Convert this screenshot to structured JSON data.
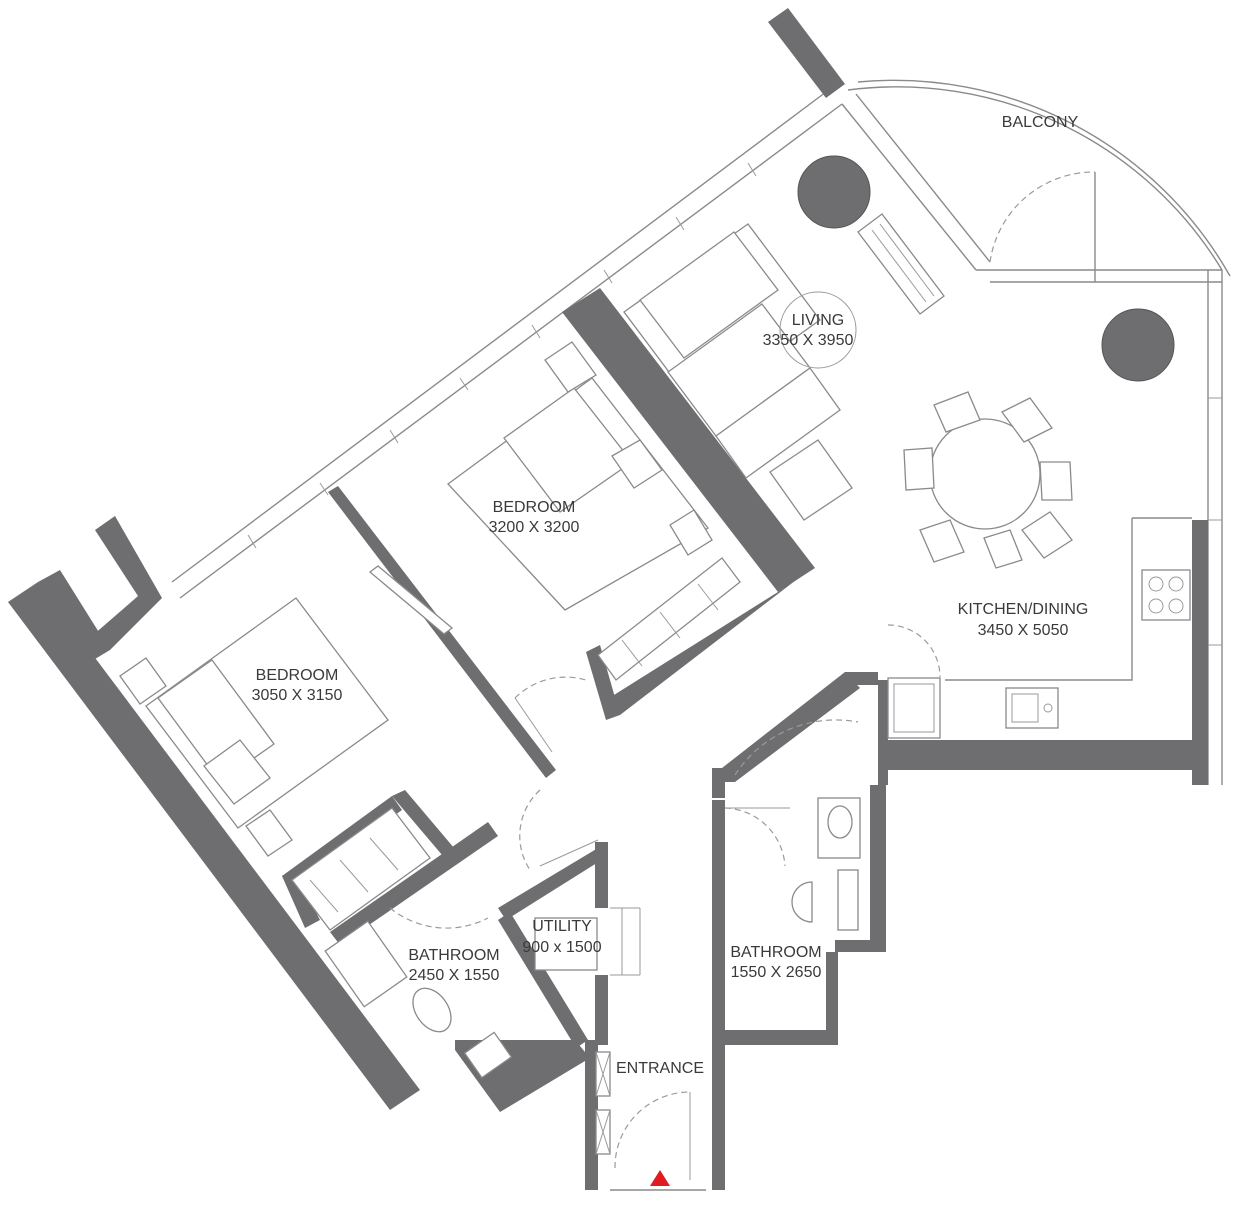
{
  "rooms": {
    "balcony": {
      "name": "BALCONY"
    },
    "living": {
      "name": "LIVING",
      "size": "3350 X 3950"
    },
    "bedroom_main": {
      "name": "BEDROOM",
      "size": "3200 X 3200"
    },
    "bedroom_second": {
      "name": "BEDROOM",
      "size": "3050 X 3150"
    },
    "kitchen_dining": {
      "name": "KITCHEN/DINING",
      "size": "3450 X 5050"
    },
    "bathroom_left": {
      "name": "BATHROOM",
      "size": "2450 X 1550"
    },
    "utility": {
      "name": "UTILITY",
      "size": "900 x 1500"
    },
    "bathroom_right": {
      "name": "BATHROOM",
      "size": "1550 X 2650"
    },
    "entrance": {
      "name": "ENTRANCE"
    }
  },
  "colors": {
    "wall": "#6e6e70",
    "line": "#8a8a8a",
    "entrance_marker": "#e01b22"
  }
}
